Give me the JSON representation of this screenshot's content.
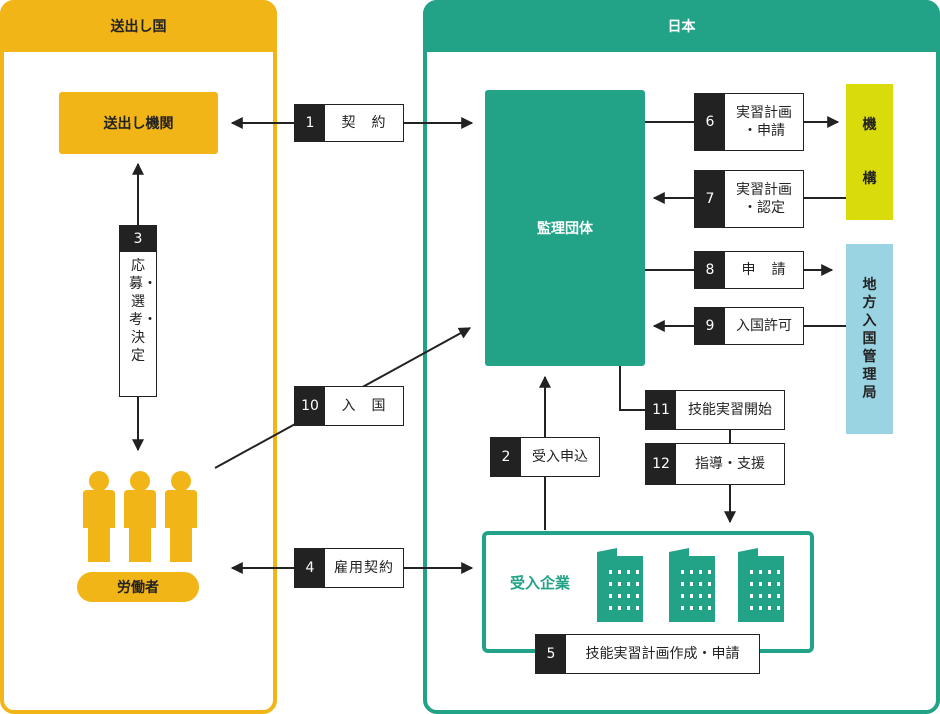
{
  "panels": {
    "sending_country": "送出し国",
    "japan": "日本"
  },
  "entities": {
    "sending_org": "送出し機関",
    "supervising_org": "監理団体",
    "workers": "労働者",
    "host_company": "受入企業",
    "agency": "機構",
    "immigration": "地方入国管理局"
  },
  "steps": {
    "s1": {
      "num": "1",
      "label": "契　約"
    },
    "s2": {
      "num": "2",
      "label": "受入申込"
    },
    "s3": {
      "num": "3",
      "label": "応募・選考・決定"
    },
    "s4": {
      "num": "4",
      "label": "雇用契約"
    },
    "s5": {
      "num": "5",
      "label": "技能実習計画作成・申請"
    },
    "s6": {
      "num": "6",
      "label": "実習計画\n・申請"
    },
    "s7": {
      "num": "7",
      "label": "実習計画\n・認定"
    },
    "s8": {
      "num": "8",
      "label": "申　請"
    },
    "s9": {
      "num": "9",
      "label": "入国許可"
    },
    "s10": {
      "num": "10",
      "label": "入　国"
    },
    "s11": {
      "num": "11",
      "label": "技能実習開始"
    },
    "s12": {
      "num": "12",
      "label": "指導・支援"
    }
  },
  "colors": {
    "sending": "#F1B517",
    "japan": "#22A286",
    "agency": "#D9DC0A",
    "immigration": "#9AD3E1"
  }
}
